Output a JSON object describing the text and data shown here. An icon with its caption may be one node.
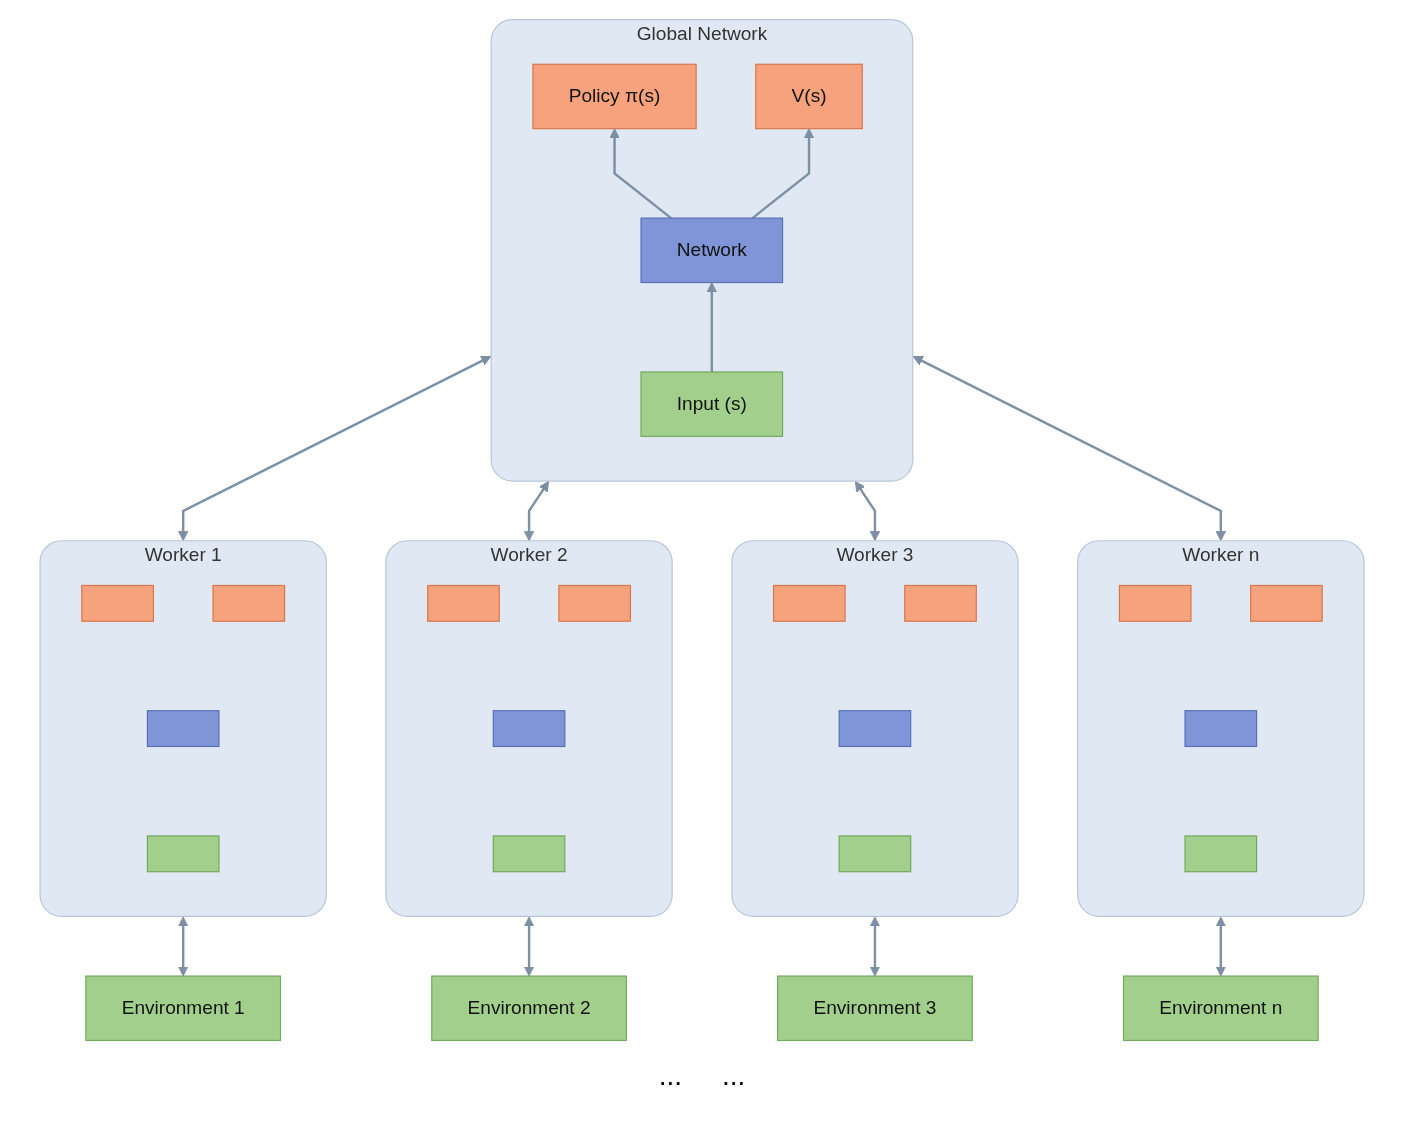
{
  "diagram": {
    "nodes": [
      {
        "text": [
          "Global Network"
        ]
      },
      {
        "text": [
          "Policy π(s)"
        ],
        "in": 0
      },
      {
        "text": [
          "V(s)"
        ],
        "in": 0
      },
      {
        "text": [
          "Network"
        ],
        "in": 0
      },
      {
        "text": [
          "Input (s)"
        ],
        "in": 0
      },
      {
        "text": [
          "Worker 1"
        ]
      },
      {
        "text": [],
        "shape": "box",
        "in": 5
      },
      {
        "text": [],
        "shape": "box",
        "in": 5
      },
      {
        "text": [],
        "shape": "box",
        "in": 5
      },
      {
        "text": [],
        "shape": "box",
        "in": 5
      },
      {
        "text": [
          "Worker 2"
        ]
      },
      {
        "text": [],
        "shape": "box",
        "in": 10
      },
      {
        "text": [],
        "shape": "box",
        "in": 10
      },
      {
        "text": [],
        "shape": "box",
        "in": 10
      },
      {
        "text": [],
        "shape": "box",
        "in": 10
      },
      {
        "text": [
          "Worker 3"
        ]
      },
      {
        "text": [],
        "shape": "box",
        "in": 15
      },
      {
        "text": [],
        "shape": "box",
        "in": 15
      },
      {
        "text": [],
        "shape": "box",
        "in": 15
      },
      {
        "text": [],
        "shape": "box",
        "in": 15
      },
      {
        "text": [
          "Worker n"
        ]
      },
      {
        "text": [],
        "shape": "box",
        "in": 20
      },
      {
        "text": [],
        "shape": "box",
        "in": 20
      },
      {
        "text": [],
        "shape": "box",
        "in": 20
      },
      {
        "text": [],
        "shape": "box",
        "in": 20
      },
      {
        "text": [
          "Environment 1"
        ]
      },
      {
        "text": [
          "Environment 2"
        ]
      },
      {
        "text": [
          "Environment 3"
        ]
      },
      {
        "text": [
          "Environment n"
        ]
      }
    ],
    "edges": [
      {
        "from": 3,
        "to": 1,
        "arrow": "to"
      },
      {
        "from": 3,
        "to": 2,
        "arrow": "to"
      },
      {
        "from": 4,
        "to": 3,
        "arrow": "to"
      },
      {
        "from": 0,
        "to": 5,
        "arrow": "both"
      },
      {
        "from": 0,
        "to": 10,
        "arrow": "both"
      },
      {
        "from": 0,
        "to": 15,
        "arrow": "both"
      },
      {
        "from": 0,
        "to": 20,
        "arrow": "both"
      },
      {
        "from": 5,
        "to": 25,
        "arrow": "both"
      },
      {
        "from": 10,
        "to": 26,
        "arrow": "both"
      },
      {
        "from": 15,
        "to": 27,
        "arrow": "both"
      },
      {
        "from": 20,
        "to": 28,
        "arrow": "both"
      }
    ],
    "labels": [
      "...",
      "..."
    ]
  }
}
